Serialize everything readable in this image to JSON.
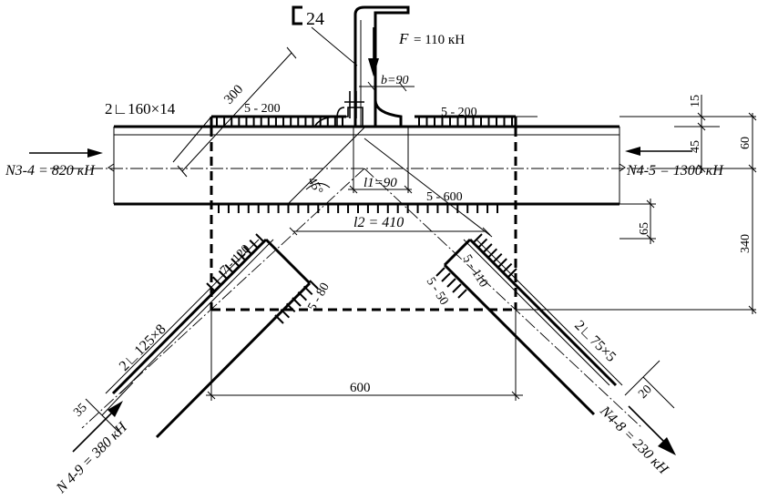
{
  "channel": {
    "label": "24"
  },
  "force": {
    "symbol": "F",
    "value": "= 110 кН"
  },
  "chord": {
    "section": "2∟160×14"
  },
  "welds": {
    "chord_left": "5 - 200",
    "chord_right": "5 - 200",
    "gusset_top": "5 - 600",
    "diag_left_a": "7 - 120",
    "diag_left_b": "5 - 80",
    "diag_right_a": "5 - 110",
    "diag_right_b": "5 - 50"
  },
  "dims": {
    "channel_ref": "24",
    "diag300": "300",
    "b": "b=90",
    "l1": "l1=90",
    "l2": "l2 = 410",
    "angle45": "45°",
    "d15": "15",
    "d45": "45",
    "d60": "60",
    "d65": "65",
    "d340": "340",
    "d600": "600",
    "d35": "35",
    "d20": "20"
  },
  "members": {
    "left_diag": "2∟125×8",
    "right_diag": "2∟75×5"
  },
  "forces": {
    "n34": "N3-4 = 820 кН",
    "n45": "N4-5 = 1300 кН",
    "n49": "N 4-9 = 380 кН",
    "n48": "N4-8 = 230 кН"
  }
}
